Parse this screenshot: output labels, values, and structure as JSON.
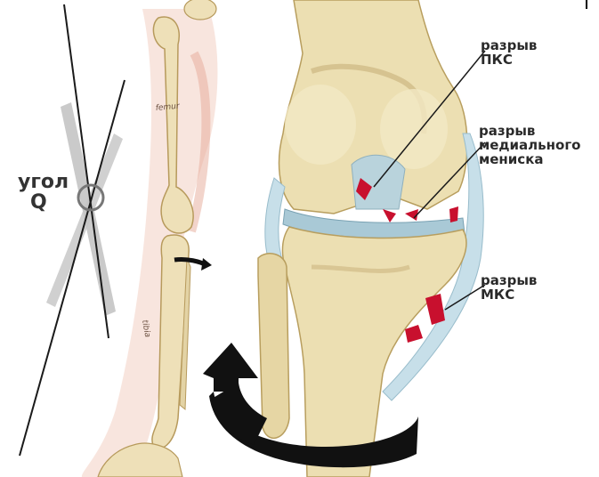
{
  "labels": {
    "q_angle": {
      "line1": "угол",
      "line2": "Q"
    },
    "acl_tear": {
      "line1": "разрыв",
      "line2": "ПКС"
    },
    "medial_meniscus_tear": {
      "line1": "разрыв",
      "line2": "медиального",
      "line3": "мениска"
    },
    "mcl_tear": {
      "line1": "разрыв",
      "line2": "МКС"
    },
    "femur_bone": "femur",
    "tibia_bone": "tibia"
  },
  "colors": {
    "background": "#ffffff",
    "bone": "#e8dcb0",
    "bone_shade": "#c9b47c",
    "leg_outline": "#e8b7a4",
    "tear": "#c8102e",
    "ligament": "#b8d6e8",
    "arrow": "#111111",
    "q_line": "#1a1a1a",
    "q_line_gray": "#9a9a9a"
  },
  "icons": {
    "rotation_arrow": "curved-arrow-icon",
    "q_angle_circle": "circle-icon"
  }
}
